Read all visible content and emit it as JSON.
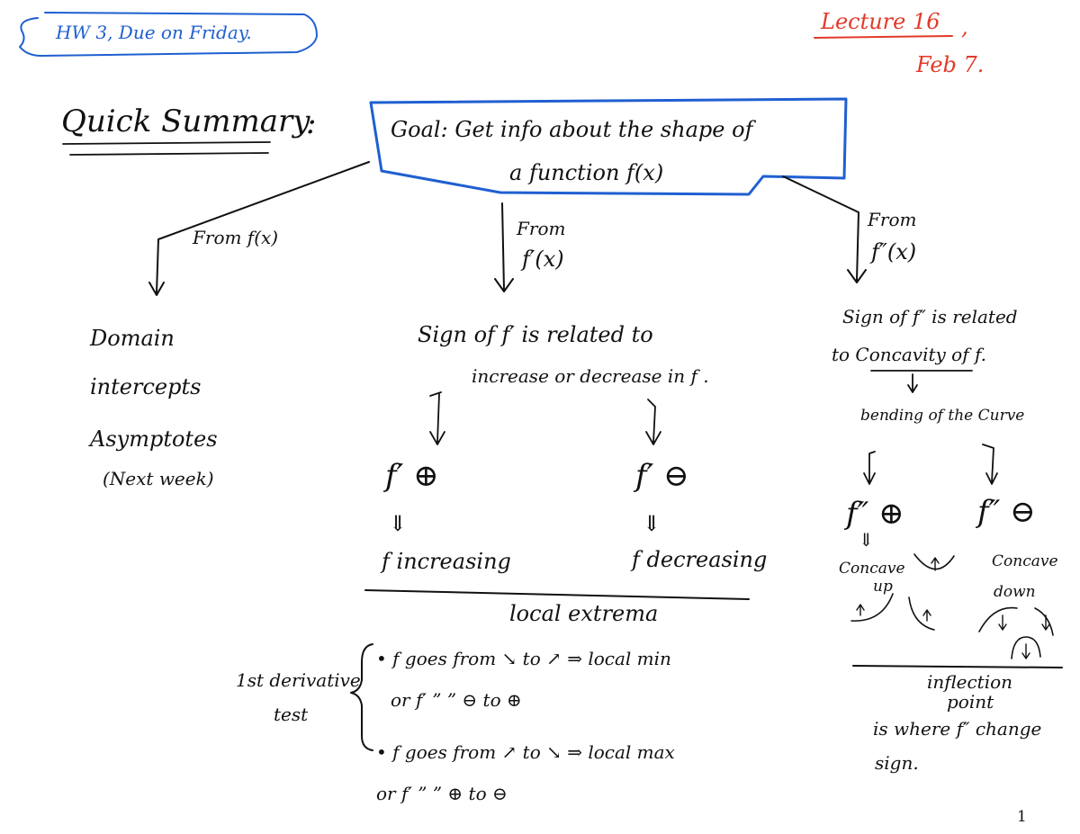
{
  "header": {
    "homework": "HW 3, Due on Friday.",
    "lecture": "Lecture 16",
    "comma": ",",
    "date": "Feb 7."
  },
  "summary": {
    "title": "Quick Summary",
    "colon": ":",
    "goal_line1": "Goal: Get info about the shape of",
    "goal_line2": "a function f(x)"
  },
  "left": {
    "from_label": "From f(x)",
    "items": [
      "Domain",
      "intercepts",
      "Asymptotes",
      "(Next week)"
    ]
  },
  "middle": {
    "from_line1": "From",
    "from_line2": "f′(x)",
    "sign_line1": "Sign of f′ is related to",
    "sign_line2": "increase or decrease in f .",
    "f_pos": "f′ ⊕",
    "f_neg": "f′ ⊖",
    "implies": "⇓",
    "increasing": "f increasing",
    "decreasing": "f decreasing",
    "local_extrema": "local extrema",
    "test_label_1": "1st derivative",
    "test_label_2": "test",
    "min_row1": "• f goes from ↘ to ↗ ⇒ local min",
    "min_row2": "or f′ ” ” ⊖ to ⊕",
    "max_row1": "• f goes from ↗ to ↘ ⇒ local max",
    "max_row2": "or f′ ” ” ⊕ to ⊖"
  },
  "right": {
    "from_line1": "From",
    "from_line2": "f″(x)",
    "sign_line1": "Sign of f″ is related",
    "sign_line2": "to Concavity of f.",
    "bending": "bending of the Curve",
    "f_pos": "f″ ⊕",
    "f_neg": "f″ ⊖",
    "implies": "⇓",
    "concave_up_1": "Concave",
    "concave_up_2": "up",
    "concave_down_1": "Concave",
    "concave_down_2": "down",
    "inflection_1": "inflection",
    "inflection_2": "point",
    "inflection_3": "is where f″ change",
    "inflection_4": "sign."
  },
  "page_number": "1",
  "colors": {
    "ink": "#111111",
    "blue": "#1f5fd1",
    "red": "#e23a2a"
  }
}
